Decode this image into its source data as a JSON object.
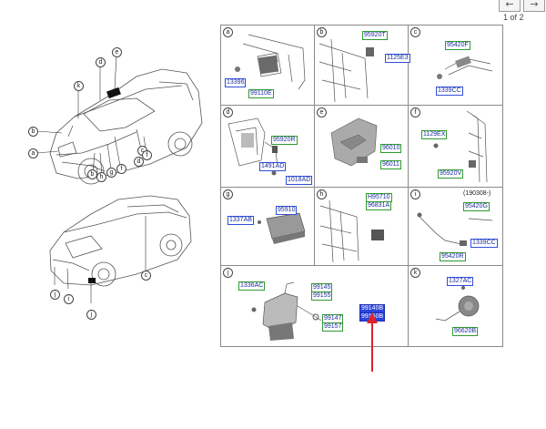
{
  "nav": {
    "prev_glyph": "←",
    "next_glyph": "→",
    "page_indicator": "1 of 2"
  },
  "callouts": {
    "top_car": [
      "d",
      "e",
      "k",
      "b",
      "a",
      "c",
      "b",
      "h",
      "g",
      "f",
      "d",
      "f"
    ],
    "bottom_car": [
      "c",
      "j",
      "i",
      "j"
    ]
  },
  "cells": {
    "a": {
      "letter": "a",
      "parts": [
        "13396",
        "99110E"
      ]
    },
    "b": {
      "letter": "b",
      "parts": [
        "95920T",
        "1125E3"
      ]
    },
    "c": {
      "letter": "c",
      "parts": [
        "95420F",
        "1339CC"
      ]
    },
    "d": {
      "letter": "d",
      "parts": [
        "95920R",
        "1491AD",
        "1018AD"
      ]
    },
    "e": {
      "letter": "e",
      "parts": [
        "96010",
        "96011"
      ]
    },
    "f": {
      "letter": "f",
      "parts": [
        "1129EX",
        "95920V"
      ]
    },
    "g": {
      "letter": "g",
      "parts": [
        "1337AB",
        "95910"
      ]
    },
    "h": {
      "letter": "h",
      "parts": [
        "H95710",
        "96831A"
      ]
    },
    "i": {
      "letter": "i",
      "parts": [
        "(190308-)",
        "95420G",
        "1339CC",
        "95420R"
      ]
    },
    "j": {
      "letter": "j",
      "parts": [
        "1336AC",
        "99145",
        "99155",
        "99147",
        "99157",
        "99140B",
        "99150B"
      ]
    },
    "k": {
      "letter": "k",
      "parts": [
        "1327AC",
        "96620B"
      ]
    }
  },
  "colors": {
    "tag_blue": "#2f4ed8",
    "tag_green": "#2f9a2f",
    "highlight": "#2b44e0",
    "arrow": "#e0202a"
  }
}
